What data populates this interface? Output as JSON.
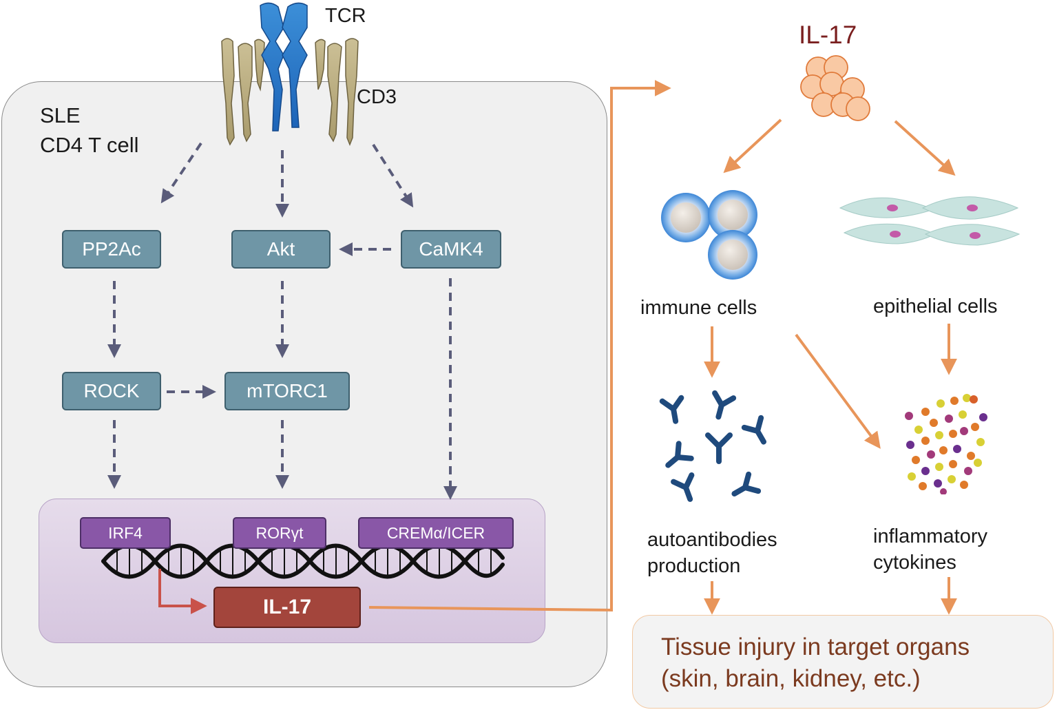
{
  "cell": {
    "line1": "SLE",
    "line2": "CD4 T cell"
  },
  "receptor": {
    "tcr": "TCR",
    "cd3": "CD3"
  },
  "nodes": {
    "pp2ac": "PP2Ac",
    "akt": "Akt",
    "camk4": "CaMK4",
    "rock": "ROCK",
    "mtorc1": "mTORC1"
  },
  "transcription_factors": {
    "irf4": "IRF4",
    "rorgt": "RORγt",
    "crem": "CREMα/ICER"
  },
  "il17_gene": "IL-17",
  "secreted": {
    "title": "IL-17"
  },
  "targets": {
    "immune": "immune cells",
    "epithelial": "epithelial cells",
    "autoantibodies_line1": "autoantibodies",
    "autoantibodies_line2": "production",
    "cytokines_line1": "inflammatory",
    "cytokines_line2": "cytokines"
  },
  "outcome": {
    "line1": "Tissue injury in target organs",
    "line2": "(skin, brain, kidney, etc.)"
  },
  "colors": {
    "dashed_arrow": "#5a5c7a",
    "solid_arrow": "#e8955a",
    "node_fill": "#6f96a6",
    "tf_fill": "#8957a7",
    "il17_fill": "#a3453c",
    "red_arrow": "#c9524a",
    "outcome_text": "#7b3a1f",
    "il17_title": "#7a1f1f"
  }
}
